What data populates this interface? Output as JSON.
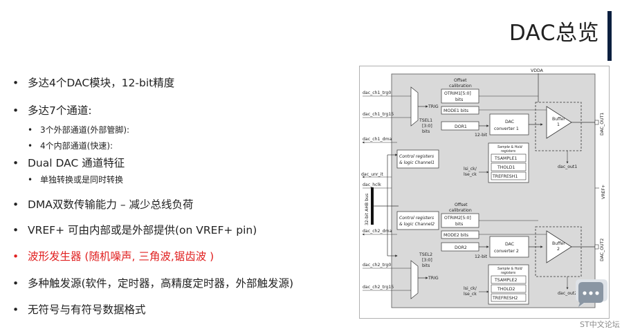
{
  "slide": {
    "title": "DAC总览",
    "bullet_marker": "•",
    "bullets": [
      {
        "text": "多达4个DAC模块，12-bit精度"
      },
      {
        "text": "多达7个通道:"
      },
      {
        "text": "3个外部通道(外部管脚):"
      },
      {
        "text": "4个内部通道(快速):"
      },
      {
        "text": "Dual DAC 通道特征"
      },
      {
        "text": "单独转换或是同时转换"
      },
      {
        "text": "DMA双数传输能力 – 减少总线负荷"
      },
      {
        "text": "VREF+ 可由内部或是外部提供(on VREF+ pin)"
      },
      {
        "text": "波形发生器 (随机噪声, 三角波,锯齿波 )"
      },
      {
        "text": "多种触发源(软件，定时器，高精度定时器，外部触发源)"
      },
      {
        "text": "无符号与有符号数据格式"
      }
    ],
    "accent_color": "#e02020",
    "title_bar_color": "#0b1f3f"
  },
  "diagram": {
    "vdda": "VDDA",
    "vref": "VREF+",
    "ahb": "32-bit AHB bus",
    "dac_hclk": "dac_hclk",
    "dac_unr_it": "dac_unr_it",
    "ch1": {
      "trg0": "dac_ch1_trg0",
      "trg15": "dac_ch1_trg15",
      "dma": "dac_ch1_dma",
      "trig": "TRIG",
      "tsel": [
        "TSEL1",
        "[3:0]",
        "bits"
      ],
      "offset": [
        "Offset",
        "calibration"
      ],
      "otrim": [
        "OTRIM1[5:0]",
        "bits"
      ],
      "mode": "MODE1 bits",
      "dor": "DOR1",
      "bits12": "12-bit",
      "conv": [
        "DAC",
        "converter 1"
      ],
      "ctrl": [
        "Control registers",
        "& logic Channel1"
      ],
      "sh": [
        "Sample & Hold",
        "registers"
      ],
      "regs": [
        "TSAMPLE1",
        "THOLD1",
        "TREFRESH1"
      ],
      "lsi": [
        "lsi_ck/",
        "lse_ck"
      ],
      "buffer": [
        "Buffer",
        "1"
      ],
      "out": "DAC_OUT1",
      "out_int": "dac_out1"
    },
    "ch2": {
      "trg0": "dac_ch2_trg0",
      "trg15": "dac_ch2_trg15",
      "dma": "dac_ch2_dma",
      "trig": "TRIG",
      "tsel": [
        "TSEL2",
        "[3:0]",
        "bits"
      ],
      "offset": [
        "Offset",
        "calibration"
      ],
      "otrim": [
        "OTRIM2[5:0]",
        "bits"
      ],
      "mode": "MODE2 bits",
      "dor": "DOR2",
      "bits12": "12-bit",
      "conv": [
        "DAC",
        "converter 2"
      ],
      "ctrl": [
        "Control registers",
        "& logic Channel2"
      ],
      "sh": [
        "Sample & Hold",
        "registers"
      ],
      "regs": [
        "TSAMPLE2",
        "THOLD2",
        "TREFRESH2"
      ],
      "lsi": [
        "lsi_ck/",
        "lse_ck"
      ],
      "buffer": [
        "Buffer",
        "2"
      ],
      "out": "DAC_OUT2",
      "out_int": "dac_out2"
    }
  },
  "footer": {
    "brand": "ST中文论坛",
    "icon": "chat-bubble-icon"
  }
}
